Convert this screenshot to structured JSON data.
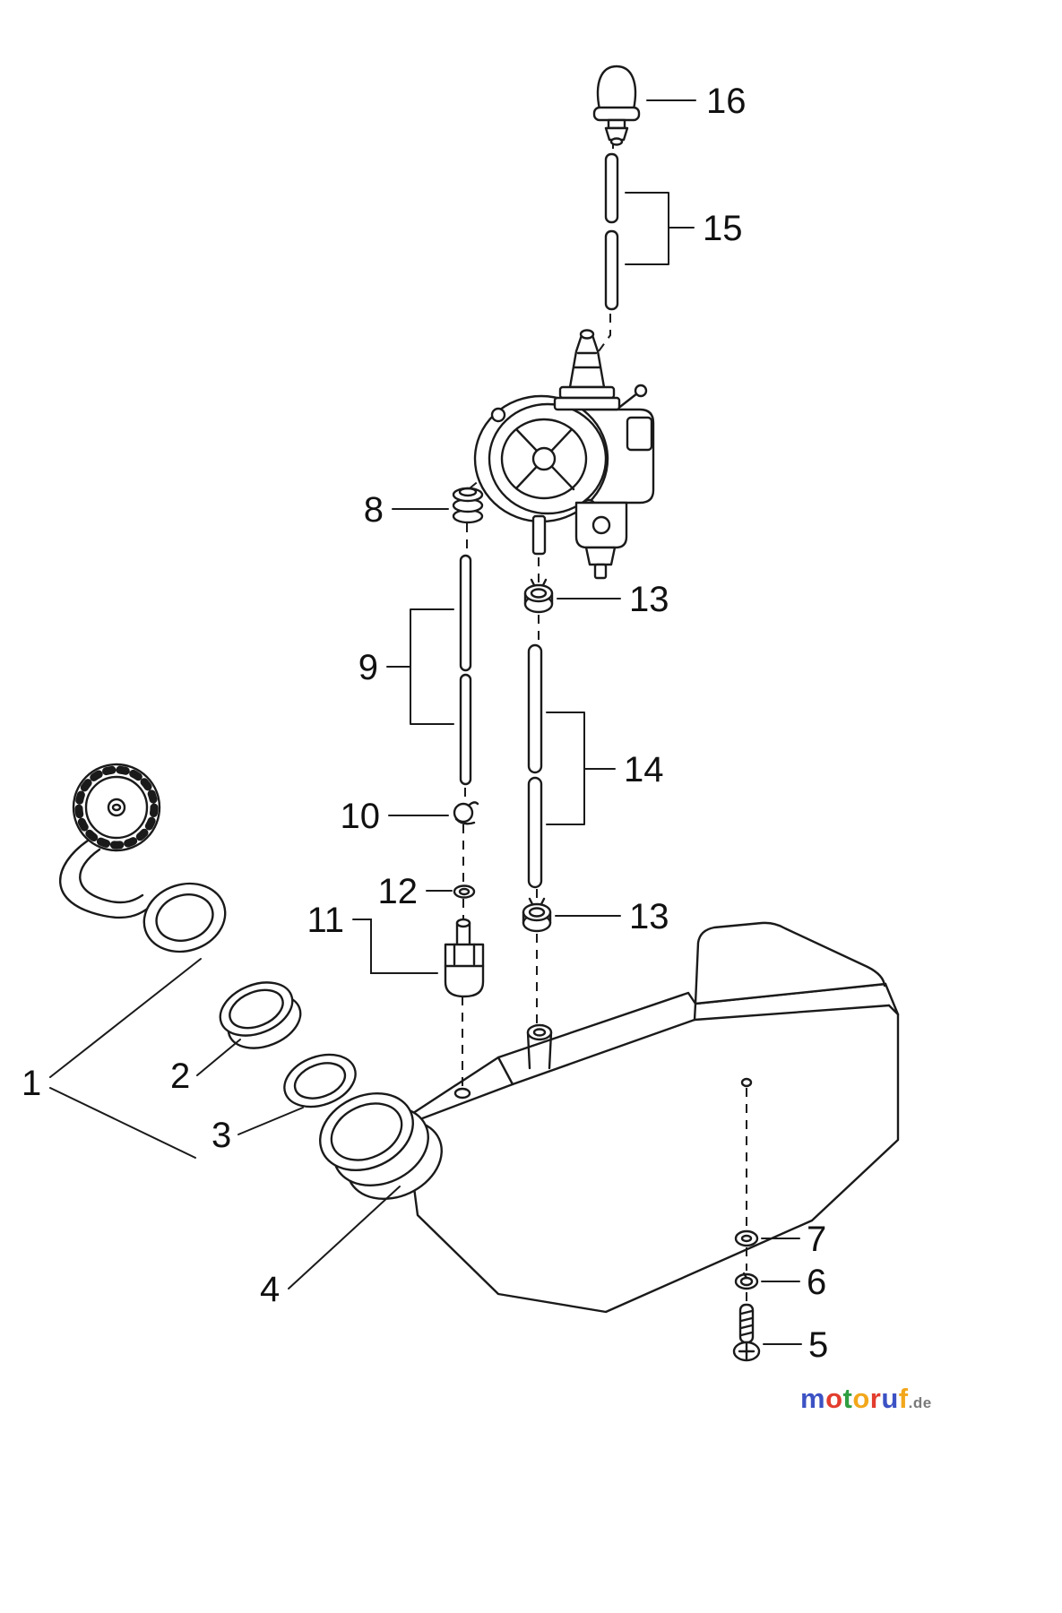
{
  "diagram": {
    "background": "#ffffff",
    "line_color": "#1a1a1a",
    "callouts": {
      "c1": "1",
      "c2": "2",
      "c3": "3",
      "c4": "4",
      "c5": "5",
      "c6": "6",
      "c7": "7",
      "c8": "8",
      "c9": "9",
      "c10": "10",
      "c11": "11",
      "c12": "12",
      "c13_upper": "13",
      "c13_lower": "13",
      "c14": "14",
      "c15": "15",
      "c16": "16"
    }
  },
  "watermark": {
    "text": "motoruf.de",
    "letters": [
      {
        "char": "m",
        "color": "#3c52c4"
      },
      {
        "char": "o",
        "color": "#e23d2e"
      },
      {
        "char": "t",
        "color": "#2f9e41"
      },
      {
        "char": "o",
        "color": "#f2a71b"
      },
      {
        "char": "r",
        "color": "#e23d2e"
      },
      {
        "char": "u",
        "color": "#3c52c4"
      },
      {
        "char": "f",
        "color": "#f2a71b"
      }
    ],
    "suffix": {
      "char": ".de",
      "color": "#7a7a7a"
    }
  }
}
